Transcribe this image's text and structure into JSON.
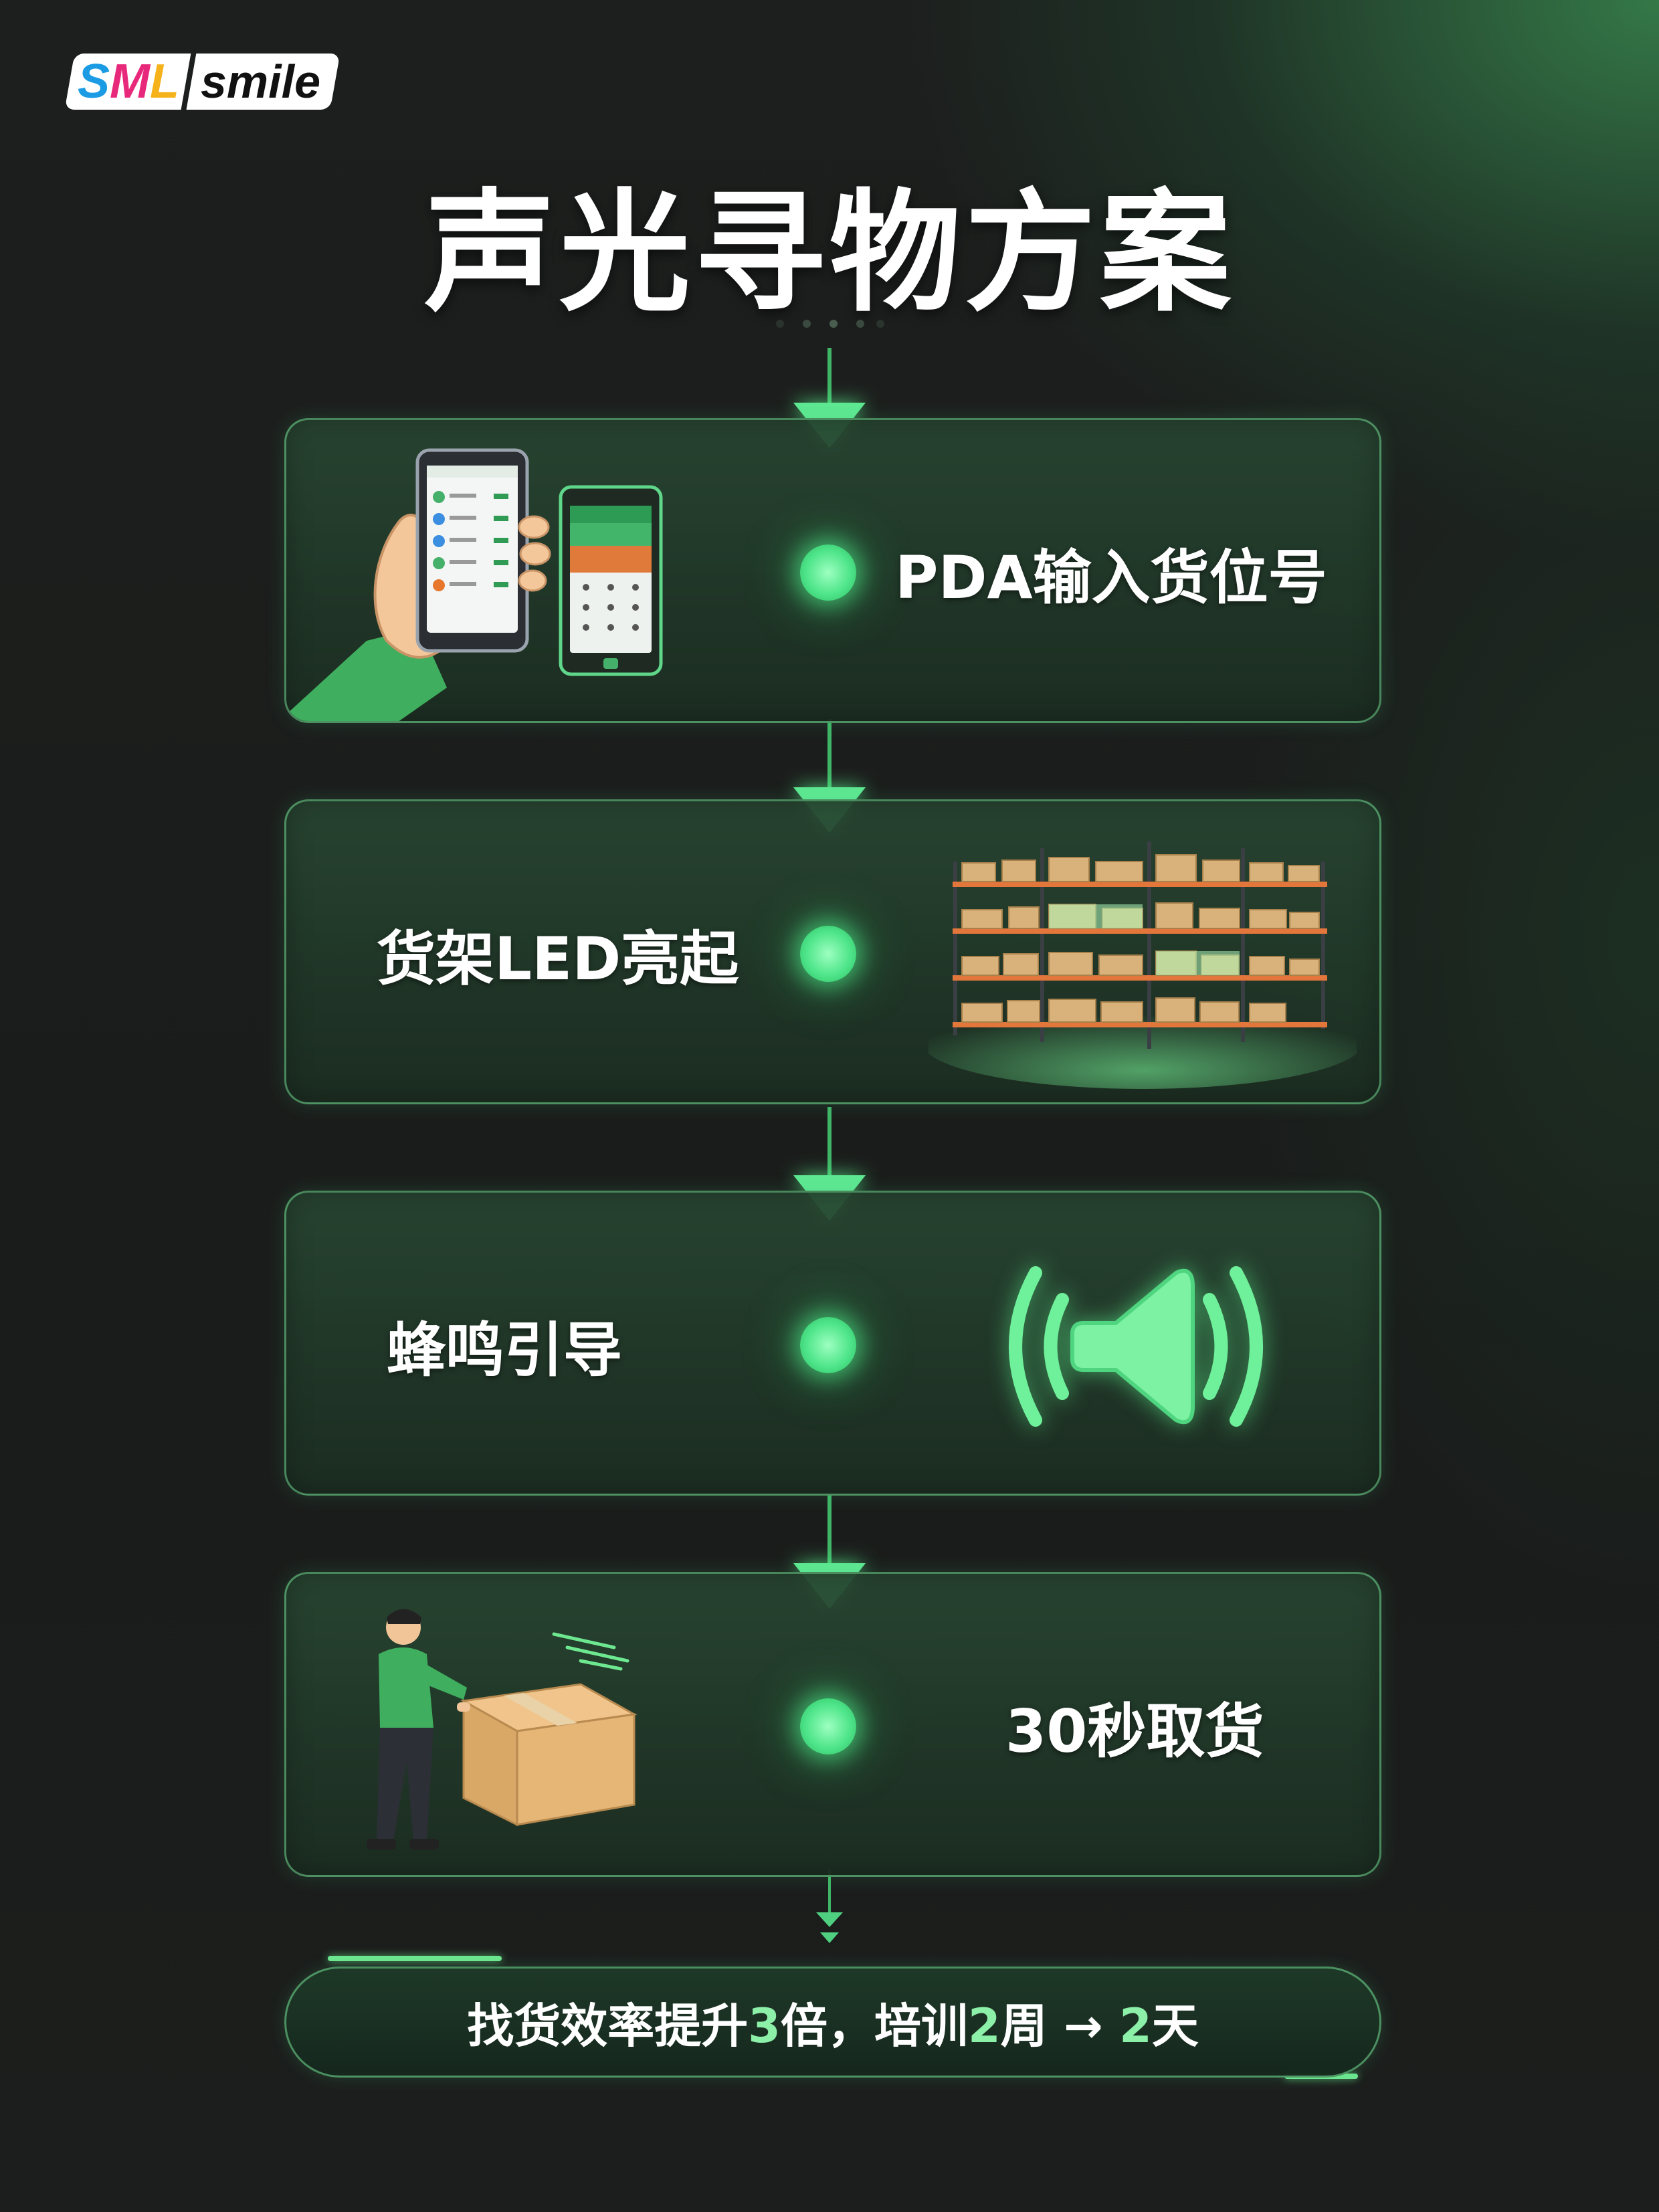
{
  "logo": {
    "part1": [
      "S",
      "M",
      "L"
    ],
    "part2": "smile"
  },
  "title": "声光寻物方案",
  "steps": [
    {
      "label": "PDA输入货位号",
      "illustration": "pda-phone-icon"
    },
    {
      "label": "货架LED亮起",
      "illustration": "warehouse-shelf-icon"
    },
    {
      "label": "蜂鸣引导",
      "illustration": "speaker-sound-icon"
    },
    {
      "label": "30秒取货",
      "illustration": "worker-box-icon"
    }
  ],
  "summary": {
    "part1": "找货效率提升",
    "num1": "3",
    "part2": "倍，培训",
    "num2": "2",
    "part3": "周",
    "arrow": " → ",
    "num3": "2",
    "part4": "天"
  },
  "colors": {
    "accent": "#4fe58a",
    "background": "#1d1f1e",
    "card_border": "#6ed28c"
  }
}
